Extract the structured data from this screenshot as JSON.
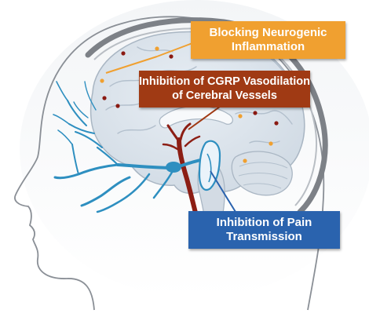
{
  "callouts": {
    "neurogenic": {
      "line1": "Blocking Neurogenic",
      "line2": "Inflammation",
      "color": "#f0a030"
    },
    "cgrp": {
      "line1": "Inhibition of CGRP Vasodilation",
      "line2": "of Cerebral Vessels",
      "color": "#a03a14"
    },
    "pain": {
      "line1": "Inhibition of Pain",
      "line2": "Transmission",
      "color": "#2a63ae"
    }
  },
  "colors": {
    "head_outline": "#8a8f96",
    "skull": "#7d8187",
    "brain_fill": "#dde4ec",
    "brain_outline": "#a9b6c3",
    "nerve": "#2e8fc0",
    "artery": "#8c1e14",
    "dot_red": "#8a1a12",
    "dot_orange": "#f0a030"
  },
  "icons": [
    "head-silhouette",
    "skull",
    "brain",
    "trigeminal-nerve",
    "artery",
    "trigeminal-ganglion",
    "brainstem-nucleus"
  ]
}
